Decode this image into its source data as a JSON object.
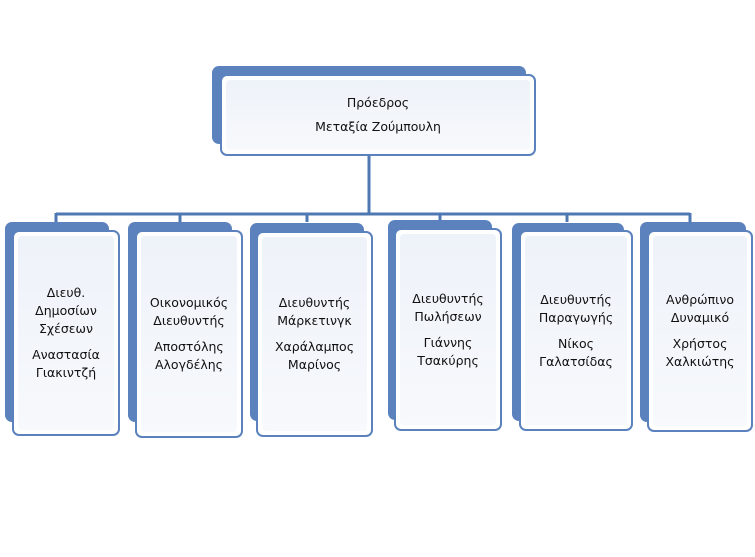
{
  "chart": {
    "root": {
      "role": "Πρόεδρος",
      "name": "Μεταξία Ζούμπουλη"
    },
    "children": [
      {
        "role_lines": [
          "Διευθ.",
          "Δημοσίων",
          "Σχέσεων"
        ],
        "name_lines": [
          "Αναστασία",
          "Γιακιντζή"
        ]
      },
      {
        "role_lines": [
          "Οικονομικός",
          "Διευθυντής"
        ],
        "name_lines": [
          "Αποστόλης",
          "Αλογδέλης"
        ]
      },
      {
        "role_lines": [
          "Διευθυντής",
          "Μάρκετινγκ"
        ],
        "name_lines": [
          "Χαράλαμπος",
          "Μαρίνος"
        ]
      },
      {
        "role_lines": [
          "Διευθυντής",
          "Πωλήσεων"
        ],
        "name_lines": [
          "Γιάννης",
          "Τσακύρης"
        ]
      },
      {
        "role_lines": [
          "Διευθυντής",
          "Παραγωγής"
        ],
        "name_lines": [
          "Νίκος",
          "Γαλατσίδας"
        ]
      },
      {
        "role_lines": [
          "Ανθρώπινο",
          "Δυναμικό"
        ],
        "name_lines": [
          "Χρήστος",
          "Χαλκιώτης"
        ]
      }
    ]
  },
  "colors": {
    "border": "#5b82bd",
    "shadow": "#5b82bd",
    "connector": "#4f78b3",
    "fill": "#eef2f9"
  }
}
